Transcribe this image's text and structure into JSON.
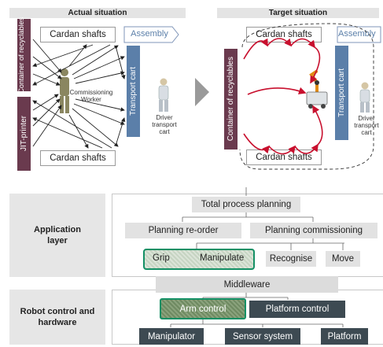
{
  "top": {
    "actual_title": "Actual situation",
    "target_title": "Target situation",
    "actual": {
      "cardan_top": "Cardan shafts",
      "cardan_bottom": "Cardan shafts",
      "assembly": "Assembly",
      "container": "Container of recyclables",
      "jit": "JIT-printer",
      "transport_cart": "Transport cart",
      "worker": "Commissioning Worker",
      "driver": "Driver transport cart"
    },
    "target": {
      "cardan_top": "Cardan shafts",
      "cardan_bottom": "Cardan shafts",
      "assembly": "Assembly",
      "container": "Container of recyclables",
      "transport_cart": "Transport cart",
      "driver": "Driver transport cart"
    }
  },
  "bottom": {
    "app_layer": "Application layer",
    "robot_layer": "Robot control and hardware",
    "total": "Total process planning",
    "reorder": "Planning re-order",
    "commissioning": "Planning commissioning",
    "grip": "Grip",
    "manipulate": "Manipulate",
    "recognise": "Recognise",
    "move": "Move",
    "middleware": "Middleware",
    "arm_control": "Arm control",
    "platform_control": "Platform control",
    "manipulator": "Manipulator",
    "sensor_system": "Sensor system",
    "platform": "Platform"
  },
  "colors": {
    "maroon": "#6a3a4e",
    "steel_blue": "#5b7fa9",
    "dark_slate": "#3d4a52",
    "highlight_green": "#149065",
    "red_arrow": "#c8102e"
  }
}
